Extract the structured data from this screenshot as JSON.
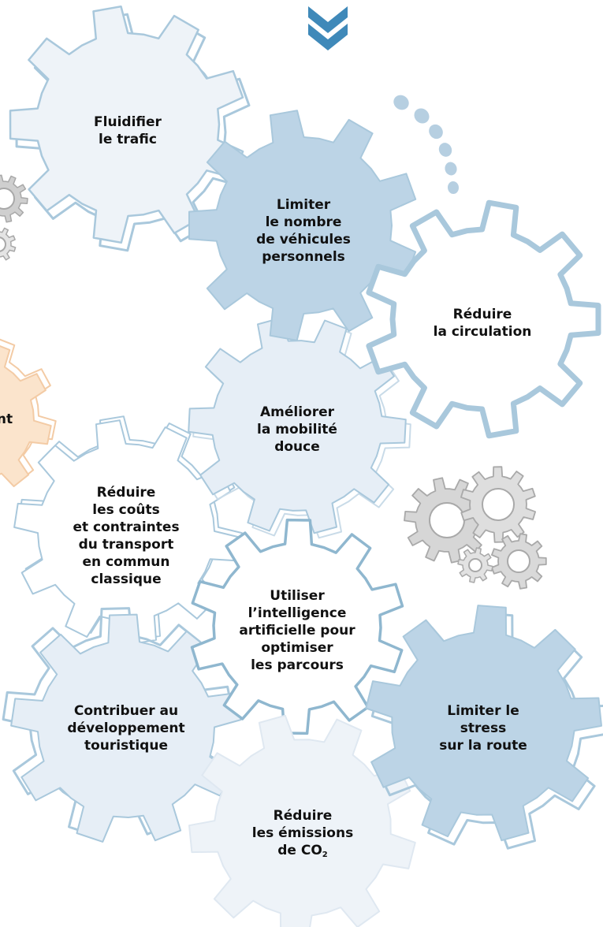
{
  "colors": {
    "outline_blue": "#a9c8dc",
    "outline_blue_dark": "#8fb7cf",
    "fill_blue_medium": "#bcd4e6",
    "fill_blue_light": "#e6eef6",
    "fill_blue_pale": "#eef3f8",
    "fill_orange": "#fbe4cc",
    "outline_orange": "#f3cba5",
    "gear_grey": "#cfcfcf",
    "chevron_blue": "#3f89b9",
    "dots_blue": "#b6cfe1"
  },
  "gears": [
    {
      "id": "fluidifier",
      "label": "Fluidifier\nle trafic"
    },
    {
      "id": "limiter-vehicules",
      "label": "Limiter\nle nombre\nde véhicules\npersonnels"
    },
    {
      "id": "reduire-circulation",
      "label": "Réduire\nla circulation"
    },
    {
      "id": "mobilite-douce",
      "label": "Améliorer\nla mobilité\ndouce"
    },
    {
      "id": "reduire-couts",
      "label": "Réduire\nles coûts\net contraintes\ndu transport\nen commun\nclassique"
    },
    {
      "id": "intelligence-artificielle",
      "label": "Utiliser\nl’intelligence\nartificielle pour\noptimiser\nles parcours"
    },
    {
      "id": "tourisme",
      "label": "Contribuer au\ndéveloppement\ntouristique"
    },
    {
      "id": "stress",
      "label": "Limiter le stress\nsur la route"
    },
    {
      "id": "emissions",
      "label": "Réduire\nles émissions\nde CO",
      "subscript": "2"
    },
    {
      "id": "left-partial",
      "label": "nt"
    }
  ],
  "decorations": {
    "top_chevron_icon": "double-chevron-down-icon",
    "dotted_arc": "dotted-arc",
    "small_gears_icon": "gears-cluster-icon"
  }
}
